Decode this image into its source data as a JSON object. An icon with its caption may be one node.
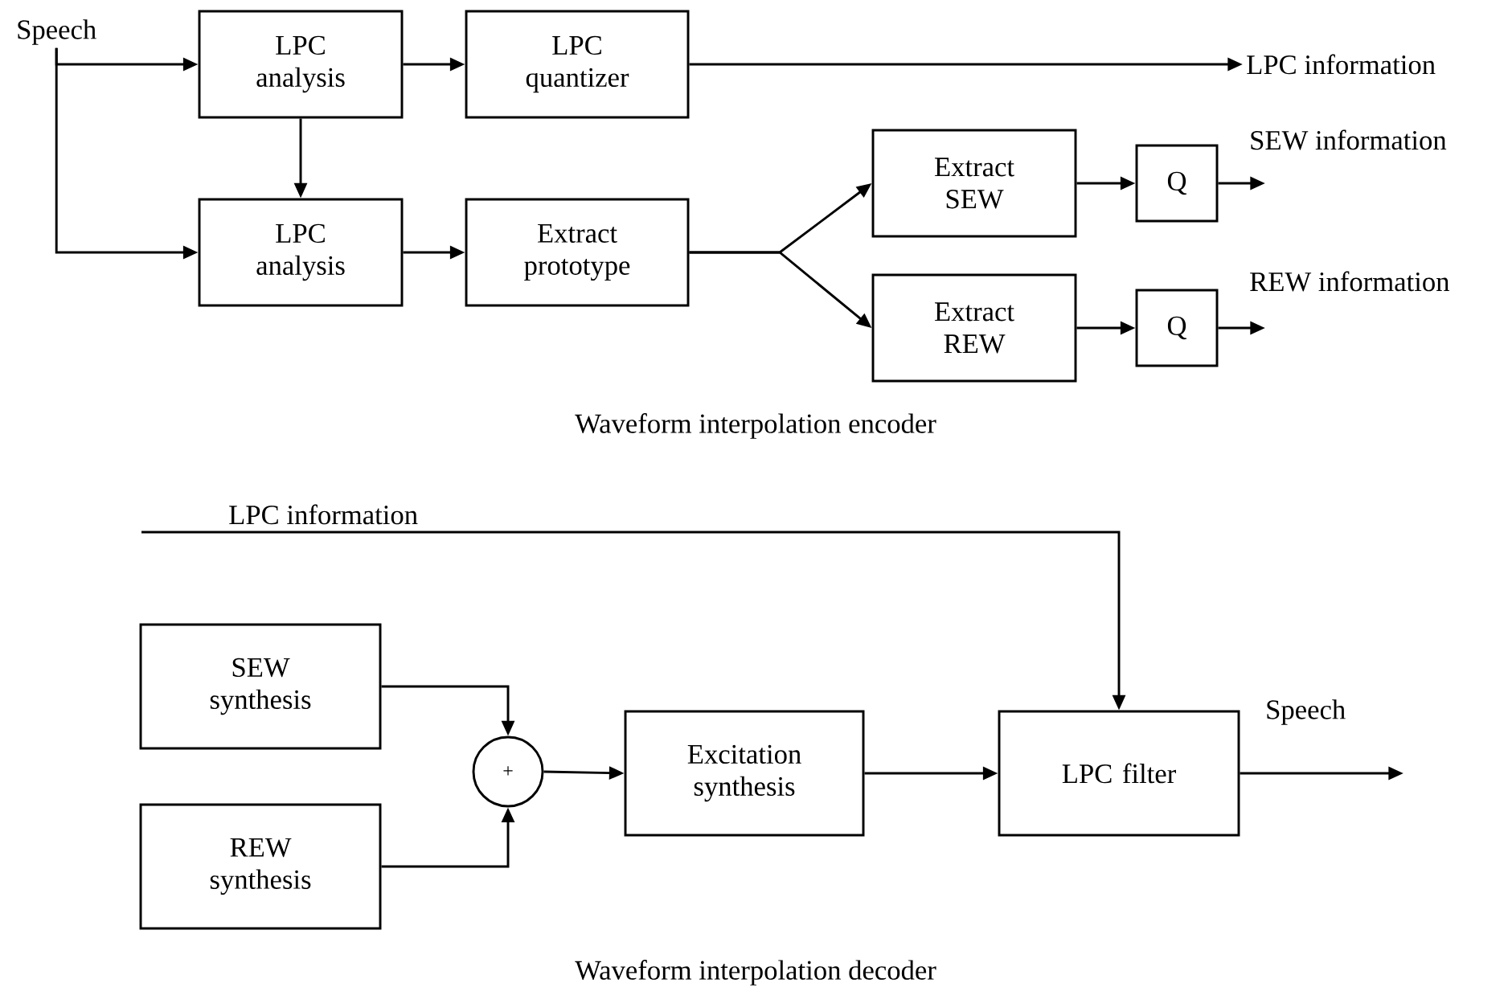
{
  "diagram": {
    "nodes": [
      {
        "text": [
          "Speech"
        ]
      },
      {
        "text": [
          "LPC analysis"
        ]
      },
      {
        "text": [
          "LPC quantizer"
        ]
      },
      {
        "text": [
          "LPC information"
        ]
      },
      {
        "text": [
          "LPC analysis"
        ]
      },
      {
        "text": [
          "Extract prototype"
        ]
      },
      {
        "text": [
          "Extract SEW"
        ]
      },
      {
        "text": [
          "Q"
        ]
      },
      {
        "text": [
          "Extract REW"
        ]
      },
      {
        "text": [
          "Q"
        ]
      },
      {
        "text": [
          "SEW synthesis"
        ]
      },
      {
        "text": [
          "REW synthesis"
        ]
      },
      {
        "text": [
          "+"
        ]
      },
      {
        "text": [
          "Excitation synthesis"
        ]
      },
      {
        "text": [
          "LPC filter"
        ]
      }
    ],
    "edges": [
      {
        "from": 0,
        "to": 1,
        "arrow": "to"
      },
      {
        "from": 0,
        "to": 4,
        "arrow": "to"
      },
      {
        "from": 1,
        "to": 2,
        "arrow": "to"
      },
      {
        "from": 1,
        "to": 4,
        "arrow": "to"
      },
      {
        "from": 2,
        "to": 3,
        "arrow": "to"
      },
      {
        "from": 4,
        "to": 5,
        "arrow": "to"
      },
      {
        "from": 5,
        "to": 6,
        "arrow": "to"
      },
      {
        "from": 5,
        "to": 8,
        "arrow": "to"
      },
      {
        "from": 6,
        "to": 7,
        "arrow": "to"
      },
      {
        "from": 8,
        "to": 9,
        "arrow": "to"
      },
      {
        "from": 7,
        "to": null,
        "arrow": "to",
        "label": "SEW information"
      },
      {
        "from": 9,
        "to": null,
        "arrow": "to",
        "label": "REW information"
      },
      {
        "from": null,
        "to": 14,
        "arrow": "to",
        "label": "LPC information"
      },
      {
        "from": 10,
        "to": 12,
        "arrow": "to"
      },
      {
        "from": 11,
        "to": 12,
        "arrow": "to"
      },
      {
        "from": 12,
        "to": 13,
        "arrow": "to"
      },
      {
        "from": 13,
        "to": 14,
        "arrow": "to"
      },
      {
        "from": 14,
        "to": null,
        "arrow": "to",
        "label": "Speech"
      }
    ],
    "labels": [
      "Waveform interpolation encoder",
      "Waveform interpolation decoder"
    ]
  }
}
